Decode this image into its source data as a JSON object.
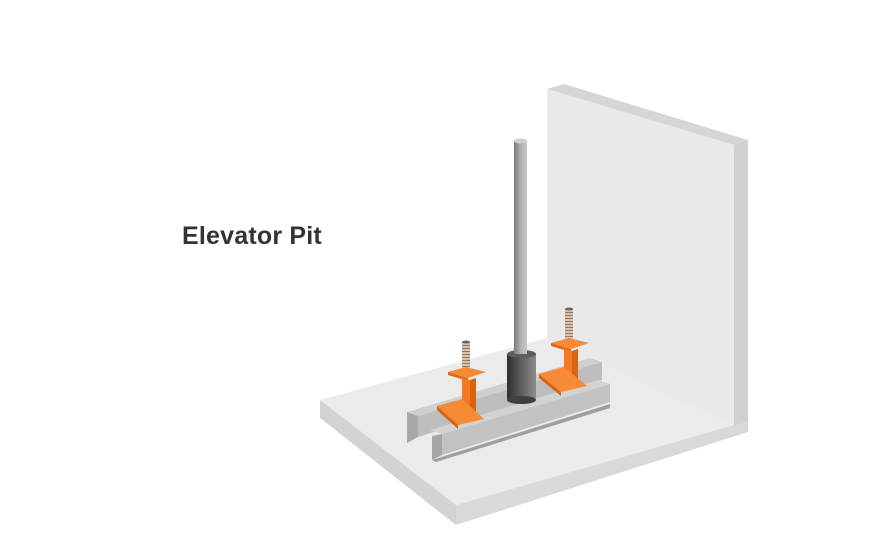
{
  "diagram": {
    "title": "Elevator Pit",
    "components": [
      {
        "name": "pit-wall",
        "type": "concrete-wall"
      },
      {
        "name": "pit-floor",
        "type": "concrete-slab"
      },
      {
        "name": "buffer-rails",
        "type": "steel-channel",
        "count": 2
      },
      {
        "name": "spring-buffers",
        "type": "buffer",
        "count": 2
      },
      {
        "name": "plunger-cylinder",
        "type": "hydraulic-jack"
      }
    ],
    "colors": {
      "background": "#ffffff",
      "title": "#333333",
      "concrete_face": "#e9e9e9",
      "concrete_edge": "#d4d4d4",
      "steel": "#c8c8c8",
      "buffer_orange": "#f47920",
      "cylinder_dark": "#4a4a4a",
      "plunger": "#9a9a9a"
    }
  }
}
